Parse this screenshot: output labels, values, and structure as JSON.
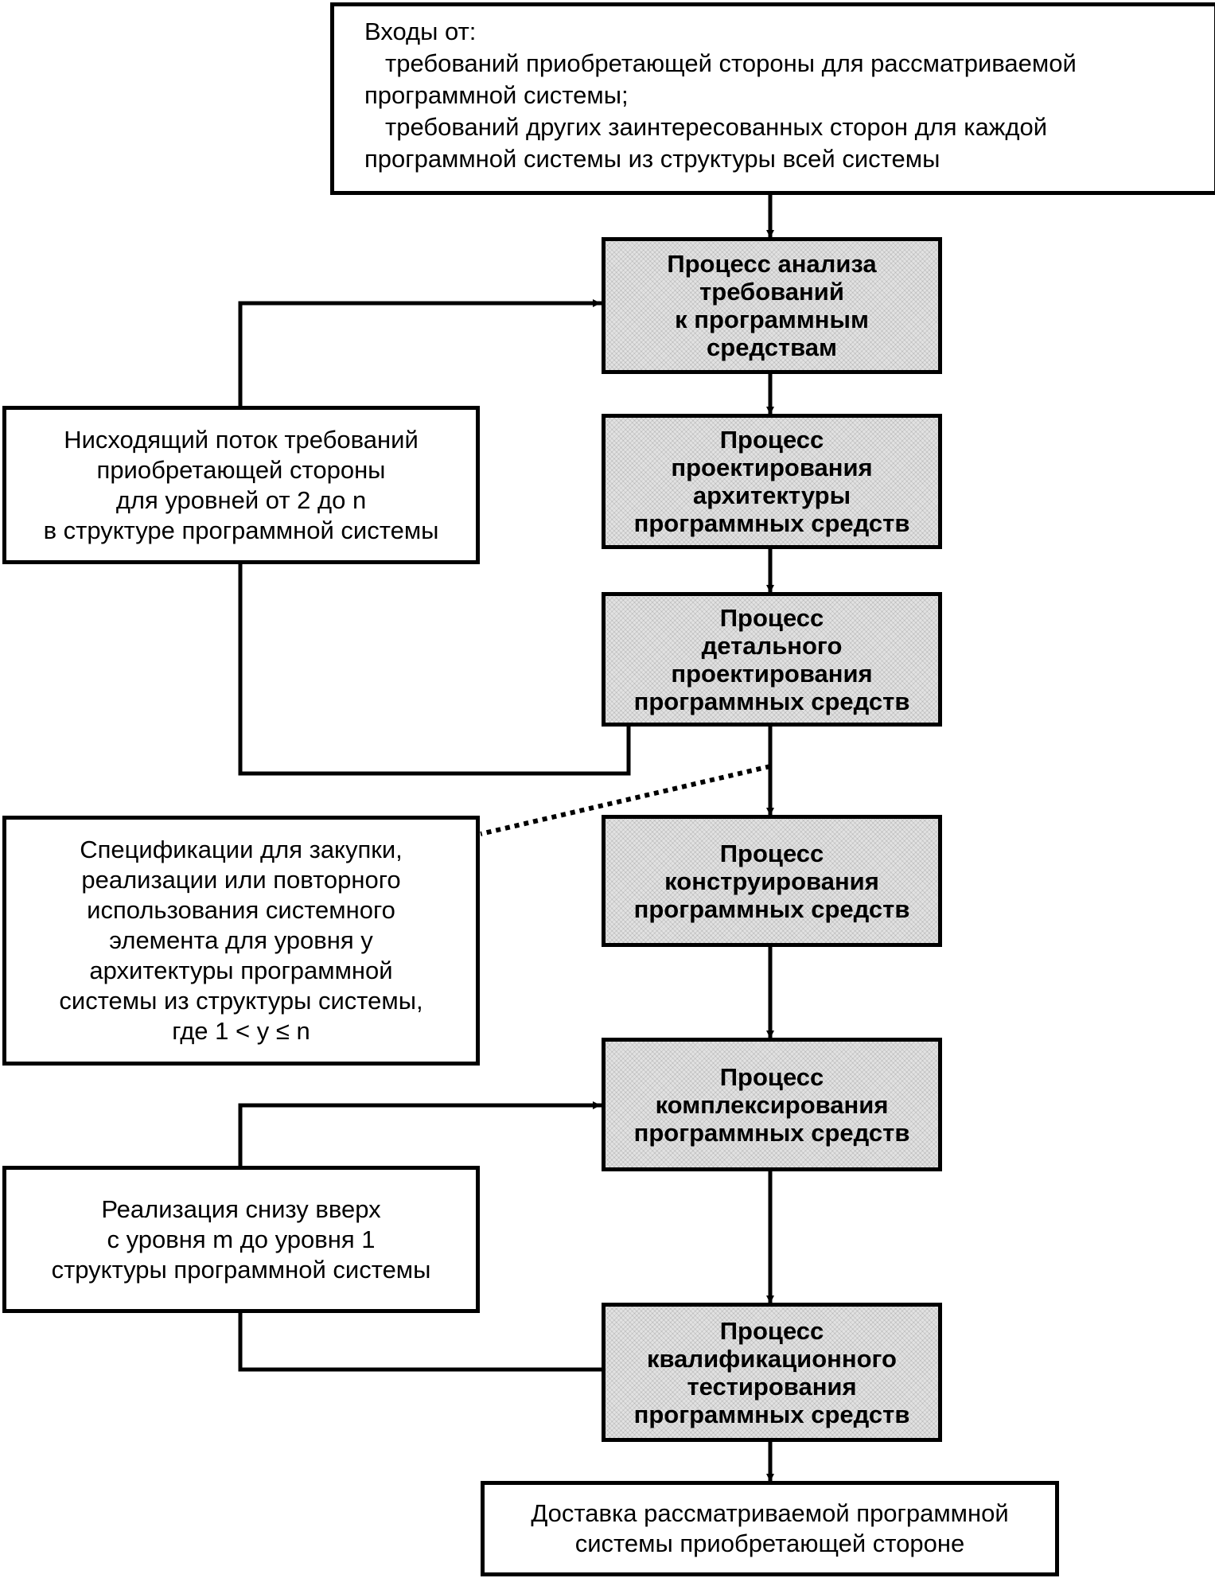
{
  "inputs": {
    "heading": "Входы от:",
    "lines": [
      "требований приобретающей стороны для рассматриваемой",
      "программной системы;",
      "требований других заинтересованных сторон для каждой",
      "программной системы из структуры всей системы"
    ]
  },
  "processes": [
    {
      "lines": [
        "Процесс анализа",
        "требований",
        "к программным",
        "средствам"
      ]
    },
    {
      "lines": [
        "Процесс",
        "проектирования",
        "архитектуры",
        "программных средств"
      ]
    },
    {
      "lines": [
        "Процесс",
        "детального",
        "проектирования",
        "программных средств"
      ]
    },
    {
      "lines": [
        "Процесс",
        "конструирования",
        "программных средств"
      ]
    },
    {
      "lines": [
        "Процесс",
        "комплексирования",
        "программных средств"
      ]
    },
    {
      "lines": [
        "Процесс",
        "квалификационного",
        "тестирования",
        "программных средств"
      ]
    }
  ],
  "notes": {
    "downflow": [
      "Нисходящий поток требований",
      "приобретающей стороны",
      "для уровней от 2 до n",
      "в структуре программной системы"
    ],
    "specifications": [
      "Спецификации для закупки,",
      "реализации или повторного",
      "использования системного",
      "элемента для уровня y",
      "архитектуры программной",
      "системы из структуры системы,",
      "где 1 < y ≤ n"
    ],
    "bottom_up": [
      "Реализация снизу вверх",
      "с уровня m до уровня 1",
      "структуры программной системы"
    ]
  },
  "delivery": {
    "lines": [
      "Доставка рассматриваемой программной",
      "системы приобретающей стороне"
    ]
  }
}
